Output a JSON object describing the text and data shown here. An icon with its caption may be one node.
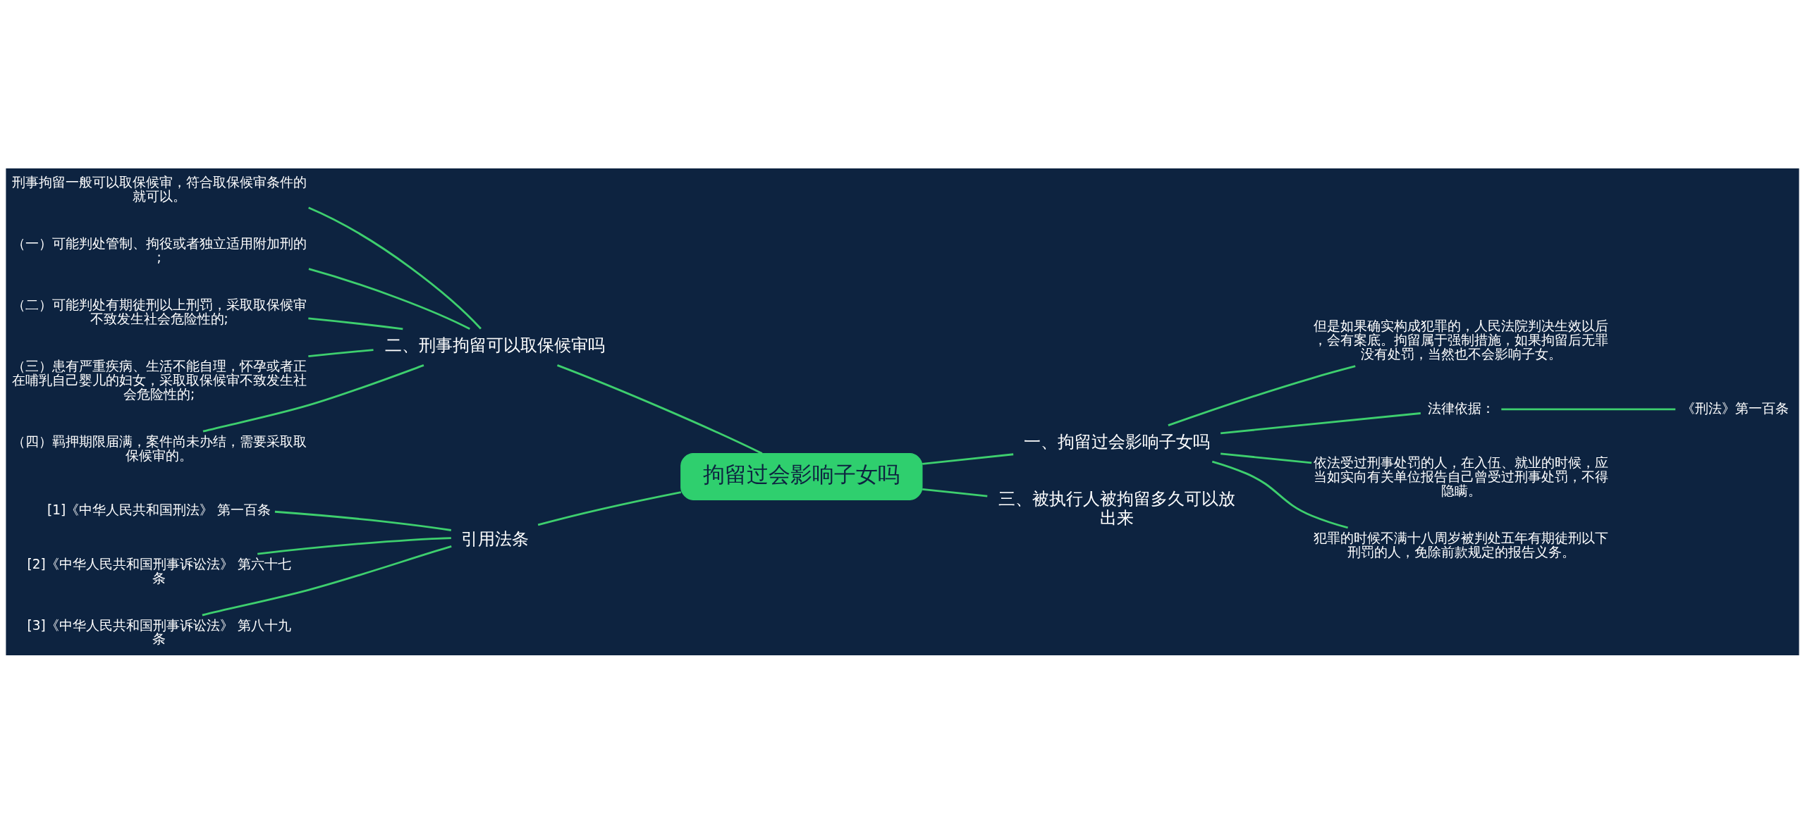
{
  "diagram": {
    "nodes": [
      {
        "text": [
          "拘留过会影响子女吗"
        ]
      },
      {
        "text": [
          "一、拘留过会影响子女吗"
        ]
      },
      {
        "text": [
          "但是如果确实构成犯罪的，人民法院判决生效以后，会有案底。拘留属于强制措施，如果拘留后无罪没有处罚，当然也不会影响子女。"
        ]
      },
      {
        "text": [
          "法律依据："
        ]
      },
      {
        "text": [
          "《刑法》第一百条"
        ]
      },
      {
        "text": [
          "依法受过刑事处罚的人，在入伍、就业的时候，应当如实向有关单位报告自己曾受过刑事处罚，不得隐瞒。"
        ]
      },
      {
        "text": [
          "犯罪的时候不满十八周岁被判处五年有期徒刑以下刑罚的人，免除前款规定的报告义务。"
        ]
      },
      {
        "text": [
          "三、被执行人被拘留多久可以放出来"
        ]
      },
      {
        "text": [
          "二、刑事拘留可以取保候审吗"
        ]
      },
      {
        "text": [
          "刑事拘留一般可以取保候审，符合取保候审条件的就可以。"
        ]
      },
      {
        "text": [
          "（一）可能判处管制、拘役或者独立适用附加刑的;"
        ]
      },
      {
        "text": [
          "（二）可能判处有期徒刑以上刑罚，采取取保候审不致发生社会危险性的;"
        ]
      },
      {
        "text": [
          "（三）患有严重疾病、生活不能自理，怀孕或者正在哺乳自己婴儿的妇女，采取取保候审不致发生社会危险性的;"
        ]
      },
      {
        "text": [
          "（四）羁押期限届满，案件尚未办结，需要采取取保候审的。"
        ]
      },
      {
        "text": [
          "引用法条"
        ]
      },
      {
        "text": [
          "[1]《中华人民共和国刑法》 第一百条"
        ]
      },
      {
        "text": [
          "[2]《中华人民共和国刑事诉讼法》 第六十七条"
        ]
      },
      {
        "text": [
          "[3]《中华人民共和国刑事诉讼法》 第八十九条"
        ]
      }
    ],
    "edges": [
      {
        "from": 0,
        "to": 1,
        "arrow": "none"
      },
      {
        "from": 1,
        "to": 2,
        "arrow": "none"
      },
      {
        "from": 1,
        "to": 3,
        "arrow": "none"
      },
      {
        "from": 3,
        "to": 4,
        "arrow": "none"
      },
      {
        "from": 1,
        "to": 5,
        "arrow": "none"
      },
      {
        "from": 1,
        "to": 6,
        "arrow": "none"
      },
      {
        "from": 0,
        "to": 7,
        "arrow": "none"
      },
      {
        "from": 0,
        "to": 8,
        "arrow": "none"
      },
      {
        "from": 8,
        "to": 9,
        "arrow": "none"
      },
      {
        "from": 8,
        "to": 10,
        "arrow": "none"
      },
      {
        "from": 8,
        "to": 11,
        "arrow": "none"
      },
      {
        "from": 8,
        "to": 12,
        "arrow": "none"
      },
      {
        "from": 8,
        "to": 13,
        "arrow": "none"
      },
      {
        "from": 0,
        "to": 14,
        "arrow": "none"
      },
      {
        "from": 14,
        "to": 15,
        "arrow": "none"
      },
      {
        "from": 14,
        "to": 16,
        "arrow": "none"
      },
      {
        "from": 14,
        "to": 17,
        "arrow": "none"
      }
    ]
  }
}
